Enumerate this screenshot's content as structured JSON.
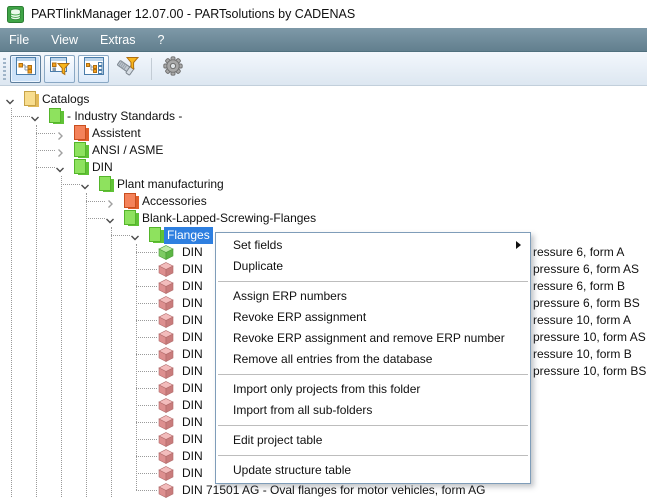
{
  "window": {
    "title": "PARTlinkManager 12.07.00 - PARTsolutions by CADENAS",
    "app_icon": "database-icon"
  },
  "menubar": {
    "items": [
      {
        "label": "File"
      },
      {
        "label": "View"
      },
      {
        "label": "Extras"
      },
      {
        "label": "?"
      }
    ]
  },
  "toolbar": {
    "buttons": [
      {
        "name": "structure-view-button",
        "icon": "tree-view-icon",
        "state": "pressed"
      },
      {
        "name": "structure-filter-button",
        "icon": "tree-filter-icon",
        "state": "framed"
      },
      {
        "name": "structure-list-button",
        "icon": "tree-list-icon",
        "state": "framed"
      },
      {
        "name": "part-filter-button",
        "icon": "screw-filter-icon",
        "state": "flat"
      },
      {
        "name": "settings-button",
        "icon": "gear-icon",
        "state": "flat"
      }
    ]
  },
  "tree": {
    "nodes": [
      {
        "label": "Catalogs",
        "level": 0,
        "icon": "folder-yellow",
        "state": "expanded"
      },
      {
        "label": "- Industry Standards -",
        "level": 1,
        "icon": "folder-green",
        "state": "expanded"
      },
      {
        "label": "Assistent",
        "level": 2,
        "icon": "folder-orange",
        "state": "collapsed"
      },
      {
        "label": "ANSI / ASME",
        "level": 2,
        "icon": "folder-green",
        "state": "collapsed"
      },
      {
        "label": "DIN",
        "level": 2,
        "icon": "folder-green",
        "state": "expanded"
      },
      {
        "label": "Plant manufacturing",
        "level": 3,
        "icon": "folder-green",
        "state": "expanded"
      },
      {
        "label": "Accessories",
        "level": 4,
        "icon": "folder-orange",
        "state": "collapsed"
      },
      {
        "label": "Blank-Lapped-Screwing-Flanges",
        "level": 4,
        "icon": "folder-green",
        "state": "expanded"
      },
      {
        "label": "Flanges",
        "level": 5,
        "icon": "folder-green",
        "state": "expanded",
        "selected": true
      },
      {
        "label": "DIN",
        "suffix": "ressure 6, form A",
        "level": 6,
        "icon": "cube-green",
        "state": "leaf"
      },
      {
        "label": "DIN",
        "suffix": "pressure 6, form AS",
        "level": 6,
        "icon": "cube-red",
        "state": "leaf"
      },
      {
        "label": "DIN",
        "suffix": "ressure 6, form B",
        "level": 6,
        "icon": "cube-red",
        "state": "leaf"
      },
      {
        "label": "DIN",
        "suffix": "pressure 6, form BS",
        "level": 6,
        "icon": "cube-red",
        "state": "leaf"
      },
      {
        "label": "DIN",
        "suffix": "ressure 10, form A",
        "level": 6,
        "icon": "cube-red",
        "state": "leaf"
      },
      {
        "label": "DIN",
        "suffix": "pressure 10, form AS",
        "level": 6,
        "icon": "cube-red",
        "state": "leaf"
      },
      {
        "label": "DIN",
        "suffix": "ressure 10, form B",
        "level": 6,
        "icon": "cube-red",
        "state": "leaf"
      },
      {
        "label": "DIN",
        "suffix": "pressure 10, form BS",
        "level": 6,
        "icon": "cube-red",
        "state": "leaf"
      },
      {
        "label": "DIN",
        "suffix": "",
        "level": 6,
        "icon": "cube-red",
        "state": "leaf"
      },
      {
        "label": "DIN",
        "suffix": "",
        "level": 6,
        "icon": "cube-red",
        "state": "leaf"
      },
      {
        "label": "DIN",
        "suffix": "",
        "level": 6,
        "icon": "cube-red",
        "state": "leaf"
      },
      {
        "label": "DIN",
        "suffix": "",
        "level": 6,
        "icon": "cube-red",
        "state": "leaf"
      },
      {
        "label": "DIN",
        "suffix": "",
        "level": 6,
        "icon": "cube-red",
        "state": "leaf"
      },
      {
        "label": "DIN",
        "suffix": "",
        "level": 6,
        "icon": "cube-red",
        "state": "leaf"
      },
      {
        "label": "DIN 71501 AG - Oval flanges for motor vehicles, form AG",
        "level": 6,
        "icon": "cube-red",
        "state": "leaf"
      }
    ]
  },
  "context_menu": {
    "items": [
      {
        "label": "Set fields",
        "submenu": true
      },
      {
        "label": "Duplicate"
      },
      {
        "type": "separator"
      },
      {
        "label": "Assign ERP numbers"
      },
      {
        "label": "Revoke ERP assignment"
      },
      {
        "label": "Revoke ERP assignment and remove ERP number"
      },
      {
        "label": "Remove all entries from the database"
      },
      {
        "type": "separator"
      },
      {
        "label": "Import only projects from this folder"
      },
      {
        "label": "Import from all sub-folders"
      },
      {
        "type": "separator"
      },
      {
        "label": "Edit project table"
      },
      {
        "type": "separator"
      },
      {
        "label": "Update structure table"
      }
    ]
  },
  "colors": {
    "selection_blue": "#2e7fe0",
    "menubar_slate": "#6f8d9d",
    "funnel_orange": "#f6a21d",
    "folder_green": "#8ee25e",
    "folder_orange": "#f4825a",
    "folder_yellow": "#f8dd8e",
    "cube_red": "#dd8f8f",
    "cube_green": "#7ecb63"
  }
}
